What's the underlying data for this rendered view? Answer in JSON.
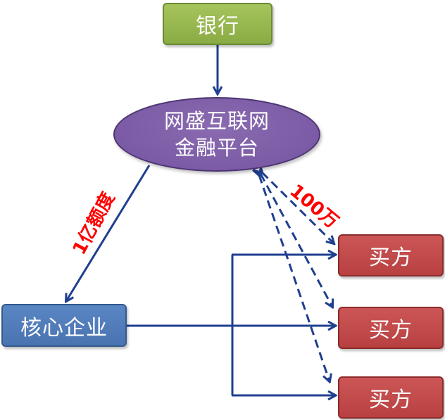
{
  "nodes": {
    "bank": "银行",
    "platform_line1": "网盛互联网",
    "platform_line2": "金融平台",
    "core": "核心企业",
    "buyer1": "买方",
    "buyer2": "买方",
    "buyer3": "买方"
  },
  "labels": {
    "credit_line": "1亿额度",
    "buyer_limit": "100万"
  },
  "colors": {
    "bank": "#9bbb59",
    "platform": "#8064a2",
    "core": "#4f81bd",
    "buyer": "#c0504d",
    "arrow": "#1f3f8f",
    "label": "#ff0000"
  }
}
